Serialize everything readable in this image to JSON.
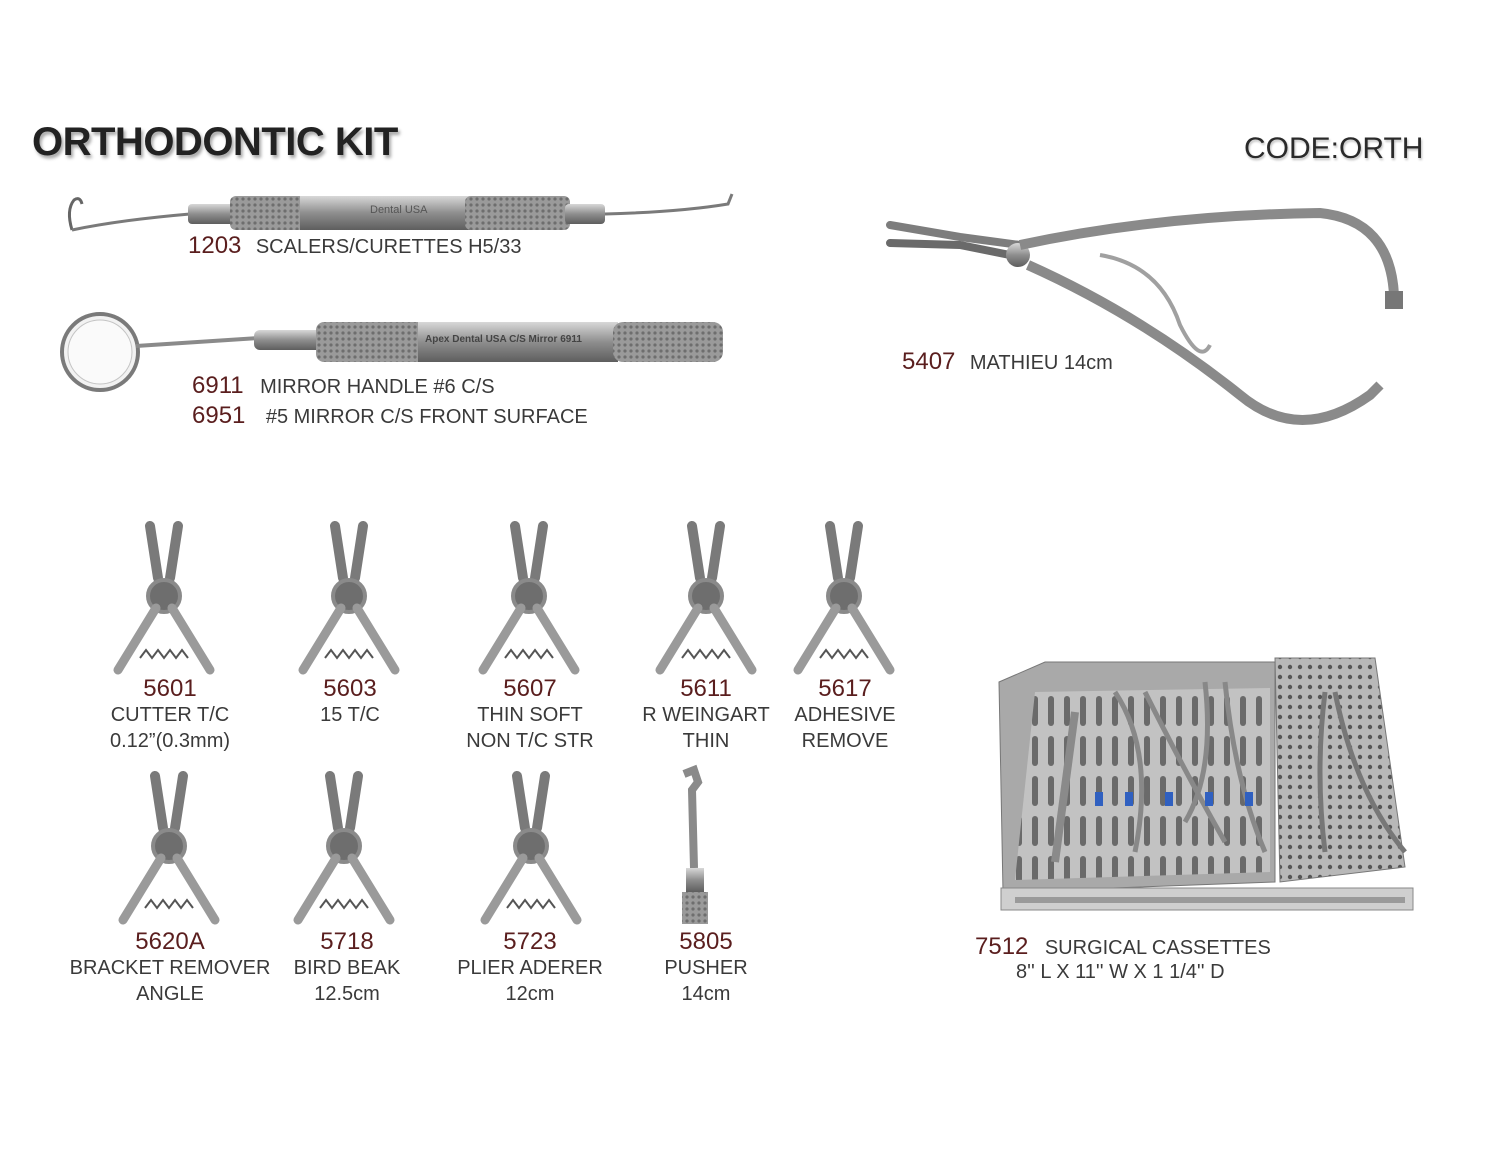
{
  "header": {
    "title": "ORTHODONTIC KIT",
    "code": "CODE:ORTH"
  },
  "top_items": [
    {
      "code": "1203",
      "desc": "SCALERS/CURETTES H5/33",
      "engraving": "Dental USA"
    },
    {
      "code": "6911",
      "desc": "MIRROR HANDLE #6 C/S",
      "engraving": "Apex Dental USA   C/S Mirror  6911"
    },
    {
      "code": "6951",
      "desc": "#5 MIRROR C/S FRONT SURFACE"
    },
    {
      "code": "5407",
      "desc": "MATHIEU 14cm"
    }
  ],
  "pliers_row1": [
    {
      "code": "5601",
      "line1": "CUTTER T/C",
      "line2": "0.12”(0.3mm)"
    },
    {
      "code": "5603",
      "line1": "15 T/C",
      "line2": ""
    },
    {
      "code": "5607",
      "line1": "THIN SOFT",
      "line2": "NON T/C STR"
    },
    {
      "code": "5611",
      "line1": "R WEINGART",
      "line2": "THIN"
    },
    {
      "code": "5617",
      "line1": "ADHESIVE",
      "line2": "REMOVE"
    }
  ],
  "pliers_row2": [
    {
      "code": "5620A",
      "line1": "BRACKET REMOVER",
      "line2": "ANGLE"
    },
    {
      "code": "5718",
      "line1": "BIRD BEAK",
      "line2": "12.5cm"
    },
    {
      "code": "5723",
      "line1": "PLIER ADERER",
      "line2": "12cm"
    },
    {
      "code": "5805",
      "line1": "PUSHER",
      "line2": "14cm"
    }
  ],
  "cassette": {
    "code": "7512",
    "desc": "SURGICAL CASSETTES",
    "dims": "8'' L X 11'' W X 1 1/4'' D"
  },
  "colors": {
    "code_number": "#5a1e1e",
    "text": "#3a3a3a",
    "steel": "#9a9a9a"
  }
}
